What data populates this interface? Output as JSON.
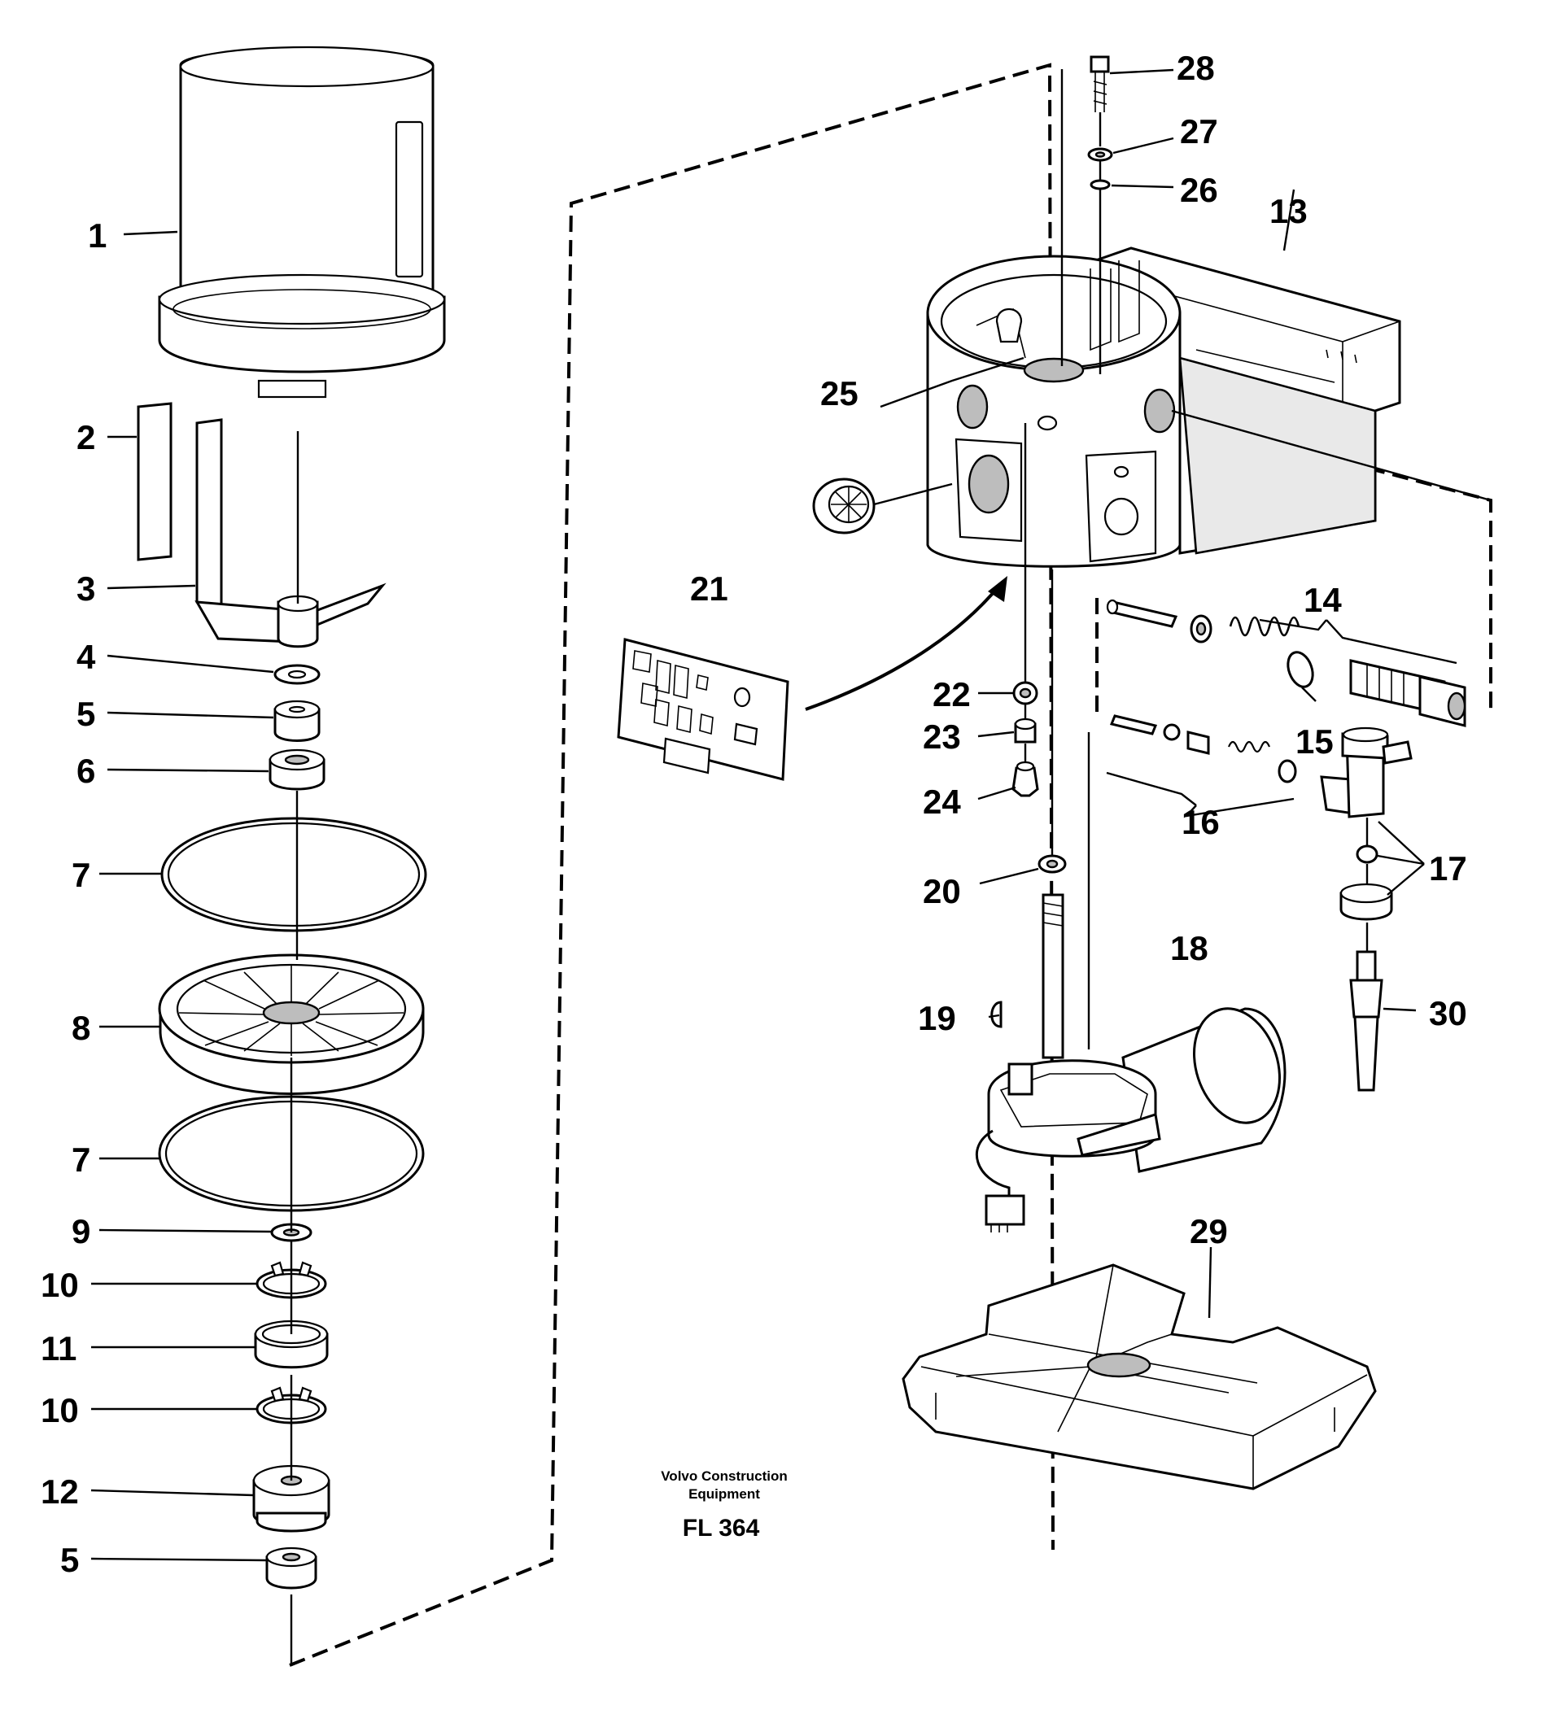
{
  "callouts": [
    "1",
    "2",
    "3",
    "4",
    "5",
    "6",
    "7",
    "8",
    "7",
    "9",
    "10",
    "11",
    "10",
    "12",
    "5",
    "13",
    "14",
    "15",
    "16",
    "17",
    "18",
    "19",
    "20",
    "21",
    "22",
    "23",
    "24",
    "25",
    "26",
    "27",
    "28",
    "29",
    "30"
  ],
  "credit": {
    "line1": "Volvo Construction",
    "line2": "Equipment",
    "code": "FL 364"
  }
}
